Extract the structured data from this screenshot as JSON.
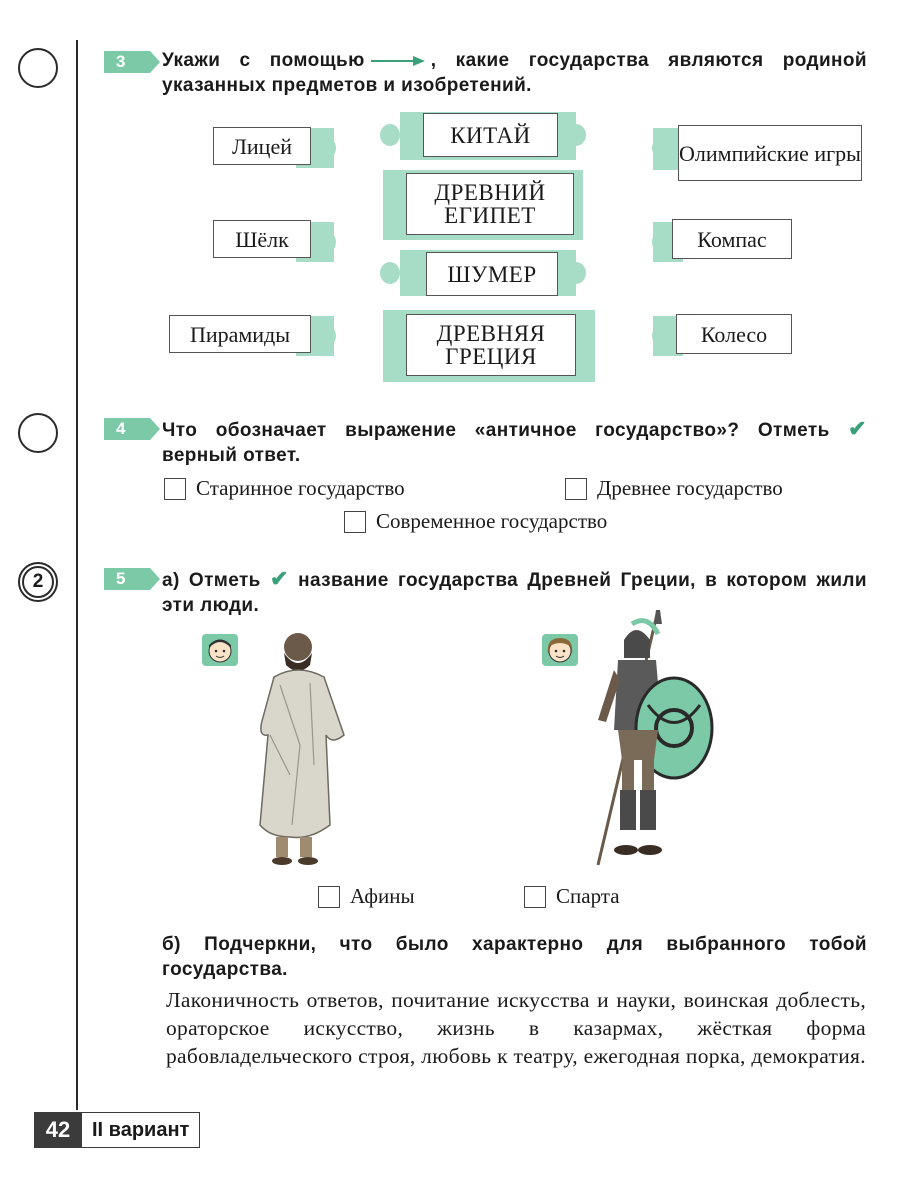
{
  "task3": {
    "number": "3",
    "text_before_arrow": "Укажи с помощью",
    "text_after_arrow": ", какие государства являются родиной указанных предметов и изобретений.",
    "left_items": [
      "Лицей",
      "Шёлк",
      "Пирамиды"
    ],
    "center_countries": [
      "КИТАЙ",
      "ДРЕВНИЙ ЕГИПЕТ",
      "ШУМЕР",
      "ДРЕВНЯЯ ГРЕЦИЯ"
    ],
    "right_items": [
      "Олимпийские игры",
      "Компас",
      "Колесо"
    ]
  },
  "task4": {
    "number": "4",
    "text_before_check": "Что обозначает выражение «античное государство»? Отметь",
    "text_after_check": "верный ответ.",
    "options": [
      "Старинное государство",
      "Древнее государство",
      "Современное государство"
    ]
  },
  "task5": {
    "number": "5",
    "part_a_before_check": "а) Отметь",
    "part_a_after_check": "название государства Древней Греции, в котором жили эти люди.",
    "options": [
      "Афины",
      "Спарта"
    ],
    "part_b_title": "б) Подчеркни, что было характерно для выбранного тобой государства.",
    "part_b_text": "Лаконичность ответов, почитание искусства и науки, воинская доблесть, ораторское искусство, жизнь в казармах, жёсткая форма рабовладельческого строя, любовь к театру, ежегодная порка, демократия."
  },
  "score": "2",
  "footer": {
    "page_number": "42",
    "variant": "II вариант"
  },
  "colors": {
    "accent": "#7bc9a7",
    "puzzle": "#a7ddc6",
    "check": "#3aa07a"
  }
}
